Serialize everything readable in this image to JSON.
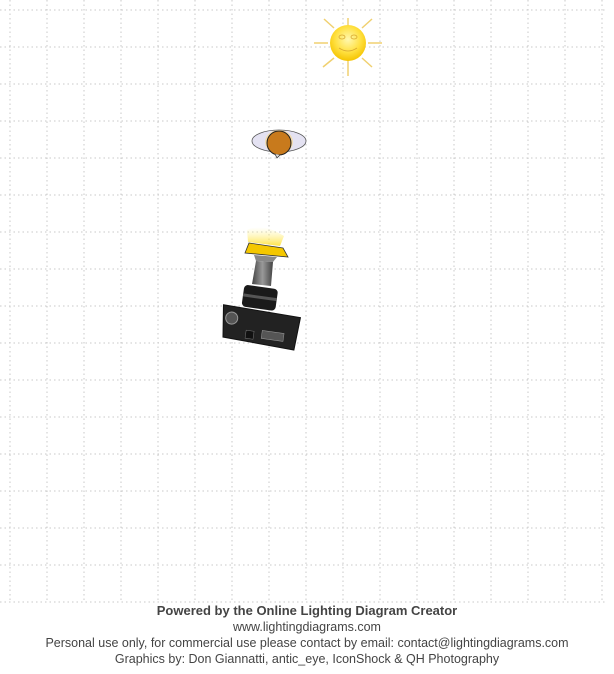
{
  "diagram": {
    "objects": [
      {
        "type": "sun",
        "label": "sun-icon"
      },
      {
        "type": "subject",
        "label": "subject-head-icon"
      },
      {
        "type": "speedlight",
        "label": "flash-icon"
      },
      {
        "type": "camera",
        "label": "camera-icon"
      }
    ]
  },
  "footer": {
    "powered_by": "Powered by the Online Lighting Diagram Creator",
    "website": "www.lightingdiagrams.com",
    "license": "Personal use only, for commercial use please contact by email: contact@lightingdiagrams.com",
    "credits": "Graphics by: Don Giannatti, antic_eye, IconShock & QH Photography"
  }
}
